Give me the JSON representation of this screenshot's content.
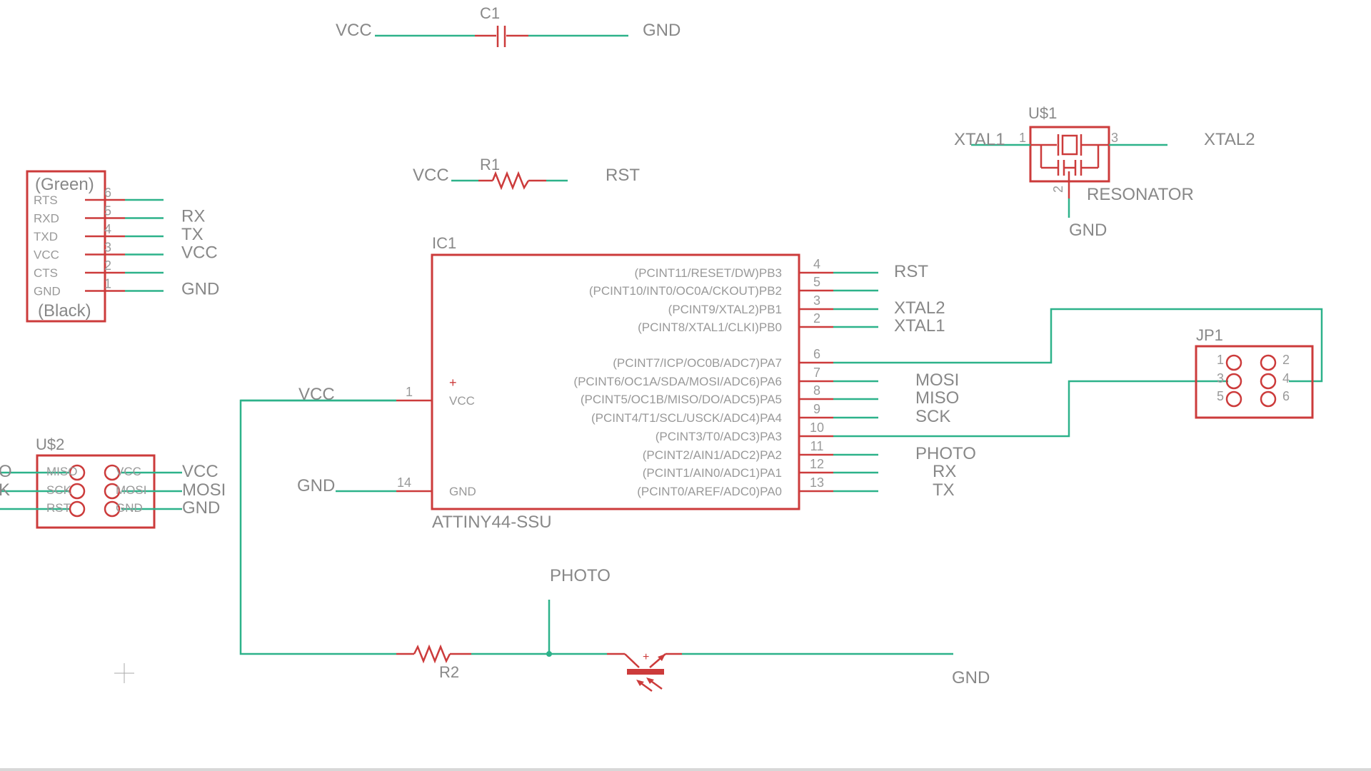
{
  "capacitor": {
    "name": "C1",
    "left_net": "VCC",
    "right_net": "GND"
  },
  "resonator": {
    "name": "U$1",
    "value": "RESONATOR",
    "left_net": "XTAL1",
    "right_net": "XTAL2",
    "bottom_net": "GND",
    "pins": [
      "1",
      "2",
      "3"
    ]
  },
  "r1": {
    "name": "R1",
    "left_net": "VCC",
    "right_net": "RST"
  },
  "ftdi": {
    "top_label": "(Green)",
    "bottom_label": "(Black)",
    "pins": [
      {
        "label": "RTS",
        "num": "6",
        "net": ""
      },
      {
        "label": "RXD",
        "num": "5",
        "net": "RX"
      },
      {
        "label": "TXD",
        "num": "4",
        "net": "TX"
      },
      {
        "label": "VCC",
        "num": "3",
        "net": "VCC"
      },
      {
        "label": "CTS",
        "num": "2",
        "net": ""
      },
      {
        "label": "GND",
        "num": "1",
        "net": "GND"
      }
    ]
  },
  "ic": {
    "name": "IC1",
    "value": "ATTINY44-SSU",
    "vcc_label": "VCC",
    "gnd_label": "GND",
    "vcc_pin": "1",
    "gnd_pin": "14",
    "vcc_net": "VCC",
    "gnd_net": "GND",
    "right_pins": [
      {
        "label": "(PCINT11/RESET/DW)PB3",
        "num": "4",
        "net": "RST"
      },
      {
        "label": "(PCINT10/INT0/OC0A/CKOUT)PB2",
        "num": "5",
        "net": ""
      },
      {
        "label": "(PCINT9/XTAL2)PB1",
        "num": "3",
        "net": "XTAL2"
      },
      {
        "label": "(PCINT8/XTAL1/CLKI)PB0",
        "num": "2",
        "net": "XTAL1"
      },
      {
        "label": "(PCINT7/ICP/OC0B/ADC7)PA7",
        "num": "6",
        "net": ""
      },
      {
        "label": "(PCINT6/OC1A/SDA/MOSI/ADC6)PA6",
        "num": "7",
        "net": "MOSI"
      },
      {
        "label": "(PCINT5/OC1B/MISO/DO/ADC5)PA5",
        "num": "8",
        "net": "MISO"
      },
      {
        "label": "(PCINT4/T1/SCL/USCK/ADC4)PA4",
        "num": "9",
        "net": "SCK"
      },
      {
        "label": "(PCINT3/T0/ADC3)PA3",
        "num": "10",
        "net": ""
      },
      {
        "label": "(PCINT2/AIN1/ADC2)PA2",
        "num": "11",
        "net": "PHOTO"
      },
      {
        "label": "(PCINT1/AIN0/ADC1)PA1",
        "num": "12",
        "net": "RX"
      },
      {
        "label": "(PCINT0/AREF/ADC0)PA0",
        "num": "13",
        "net": "TX"
      }
    ]
  },
  "isp": {
    "name": "U$2",
    "pin_labels": [
      "MISO",
      "VCC",
      "SCK",
      "MOSI",
      "RST",
      "GND"
    ],
    "left_nets": [
      "O",
      "K",
      ""
    ],
    "right_nets": [
      "VCC",
      "MOSI",
      "GND"
    ]
  },
  "jp1": {
    "name": "JP1",
    "pins": [
      "1",
      "2",
      "3",
      "4",
      "5",
      "6"
    ]
  },
  "photo": {
    "net": "PHOTO",
    "r2": "R2",
    "gnd": "GND"
  },
  "colors": {
    "wire": "#2db28a",
    "part": "#cc3b3b",
    "text": "#888888",
    "background": "#ffffff"
  }
}
